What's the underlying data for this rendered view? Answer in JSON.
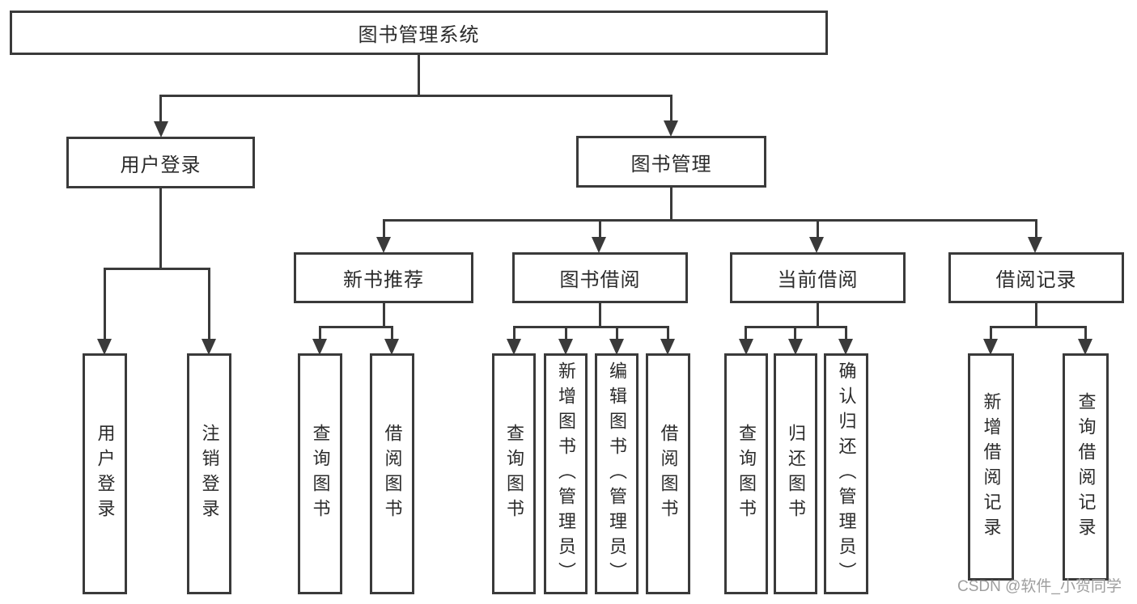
{
  "diagram": {
    "root": {
      "label": "图书管理系统"
    },
    "branches": [
      {
        "label": "用户登录",
        "children": [
          "用户登录",
          "注销登录"
        ]
      },
      {
        "label": "图书管理",
        "sections": [
          {
            "label": "新书推荐",
            "children": [
              "查询图书",
              "借阅图书"
            ]
          },
          {
            "label": "图书借阅",
            "children": [
              "查询图书",
              "新增图书（管理员）",
              "编辑图书（管理员）",
              "借阅图书"
            ]
          },
          {
            "label": "当前借阅",
            "children": [
              "查询图书",
              "归还图书",
              "确认归还（管理员）"
            ]
          },
          {
            "label": "借阅记录",
            "children": [
              "新增借阅记录",
              "查询借阅记录"
            ]
          }
        ]
      }
    ]
  },
  "watermark": {
    "text": "CSDN @软件_小贺同学"
  },
  "colors": {
    "line": "#3a3a3a",
    "text": "#2b2b2b",
    "watermark": "#9e9e9e",
    "background": "#ffffff"
  }
}
